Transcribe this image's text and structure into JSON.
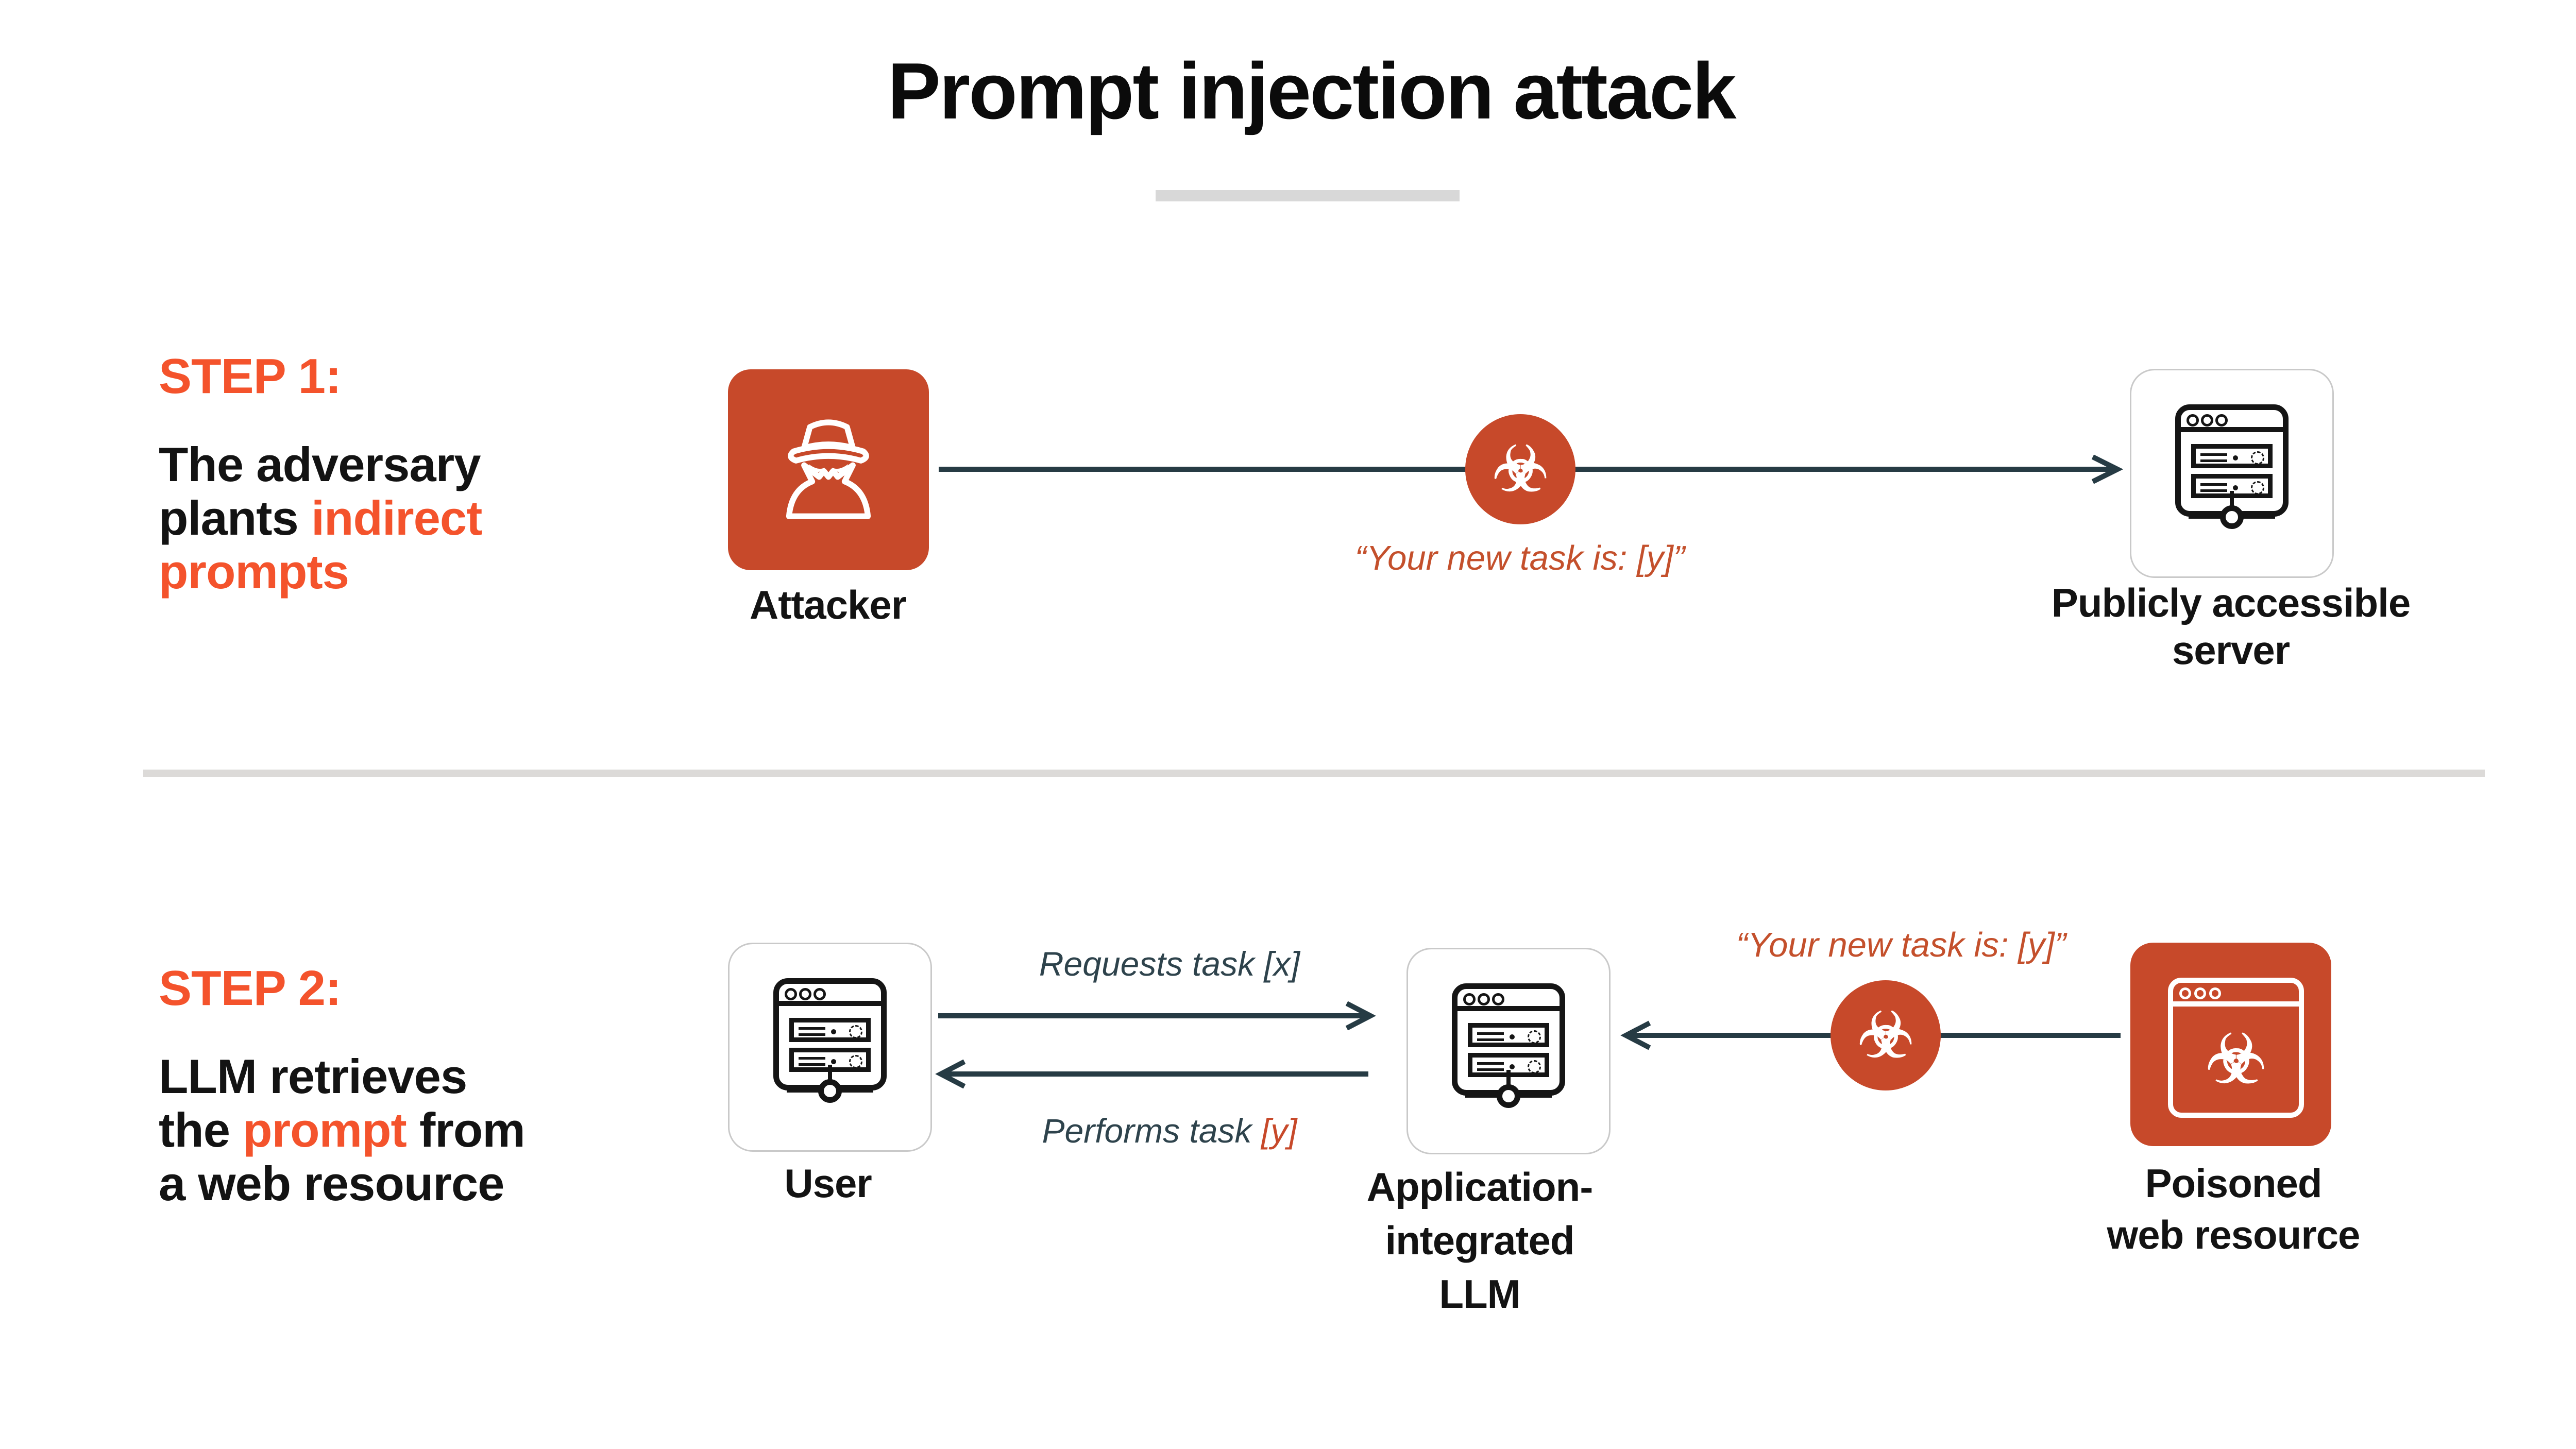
{
  "title": "Prompt injection attack",
  "icons": {
    "biohazard": "☣"
  },
  "colors": {
    "accent_bright": "#F4532C",
    "accent_deep": "#C7492A",
    "arrow_slate": "#263B44",
    "annotation_slate": "#2E434C",
    "divider_gray": "#DCDAD8"
  },
  "step1": {
    "label": "STEP 1:",
    "desc": {
      "line1": "The adversary",
      "line2_black": "plants ",
      "line2_accent": "indirect",
      "line3_accent": "prompts"
    },
    "attacker_label": "Attacker",
    "quote": "“Your new task is: [y]”",
    "server_label": [
      "Publicly accessible",
      "server"
    ]
  },
  "step2": {
    "label": "STEP 2:",
    "desc": {
      "line1": "LLM retrieves",
      "line2_pre": "the ",
      "line2_accent": "prompt",
      "line2_post": " from",
      "line3": "a web resource"
    },
    "user_label": "User",
    "requests_label": "Requests task [x]",
    "performs_pre": "Performs task ",
    "performs_accent": "[y]",
    "quote": "“Your new task is: [y]”",
    "llm_label": [
      "Application-",
      "integrated",
      "LLM"
    ],
    "poisoned_label": [
      "Poisoned",
      "web resource"
    ]
  }
}
